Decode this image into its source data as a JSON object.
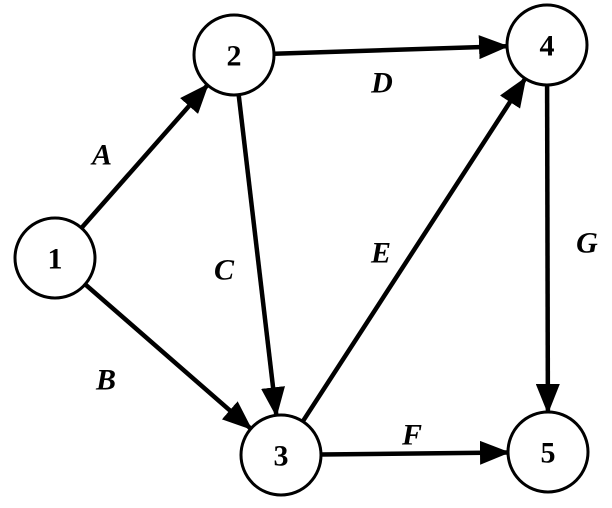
{
  "graph": {
    "nodes": [
      {
        "id": "1",
        "label": "1"
      },
      {
        "id": "2",
        "label": "2"
      },
      {
        "id": "3",
        "label": "3"
      },
      {
        "id": "4",
        "label": "4"
      },
      {
        "id": "5",
        "label": "5"
      }
    ],
    "edges": [
      {
        "from": "1",
        "to": "2",
        "label": "A"
      },
      {
        "from": "1",
        "to": "3",
        "label": "B"
      },
      {
        "from": "2",
        "to": "3",
        "label": "C"
      },
      {
        "from": "2",
        "to": "4",
        "label": "D"
      },
      {
        "from": "3",
        "to": "4",
        "label": "E"
      },
      {
        "from": "3",
        "to": "5",
        "label": "F"
      },
      {
        "from": "4",
        "to": "5",
        "label": "G"
      }
    ],
    "colors": {
      "stroke": "#000000",
      "fill": "#ffffff"
    }
  }
}
